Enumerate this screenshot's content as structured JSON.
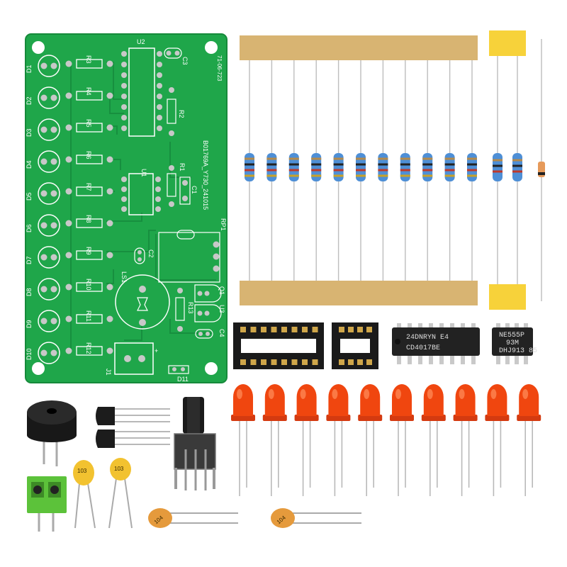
{
  "pcb": {
    "led_labels": [
      "D1",
      "D2",
      "D3",
      "D4",
      "D5",
      "D6",
      "D7",
      "D8",
      "D9",
      "D10"
    ],
    "resistor_labels": [
      "R3",
      "R4",
      "R5",
      "R6",
      "R7",
      "R8",
      "R9",
      "R10",
      "R11",
      "R12"
    ],
    "board_text": "B01769A_Y730_241015",
    "date_text": "71-06-723",
    "labels": {
      "u2": "U2",
      "u1": "U1",
      "c3": "C3",
      "r2": "R2",
      "r1": "R1",
      "c1": "C1",
      "rp1": "RP1",
      "c2": "C2",
      "ls1": "LS1",
      "q1": "Q1",
      "u3": "U3",
      "r13": "R13",
      "c4": "C4",
      "j1": "J1",
      "d11": "D11",
      "plus": "+"
    },
    "colors": {
      "board": "#1fa64a",
      "silk": "#ffffff",
      "pad": "#c8c8c8"
    }
  },
  "chips": {
    "cd4017": {
      "line1": "24DNRYN E4",
      "line2": "CD4017BE"
    },
    "ne555": {
      "line1": "NE555P",
      "line2": "93M",
      "line3": "DHJ913 85"
    }
  },
  "caps": {
    "c103": "103",
    "c104": "104"
  }
}
